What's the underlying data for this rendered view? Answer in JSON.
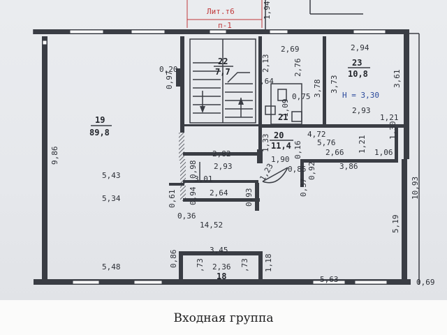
{
  "caption": "Входная группа",
  "header": {
    "lit": "Лит.т6",
    "floor": "п-1"
  },
  "rooms": [
    {
      "id": "r19",
      "number": "19",
      "area": "89,8"
    },
    {
      "id": "r22",
      "number": "22",
      "area": "7,7"
    },
    {
      "id": "r23",
      "number": "23",
      "area": "10,8"
    },
    {
      "id": "r21",
      "number": "21",
      "area": ""
    },
    {
      "id": "r20",
      "number": "20",
      "area": "11,4"
    },
    {
      "id": "r18",
      "number": "18",
      "area": ""
    }
  ],
  "height_note": "H = 3,30",
  "dims": {
    "d194": "1,94",
    "d020": "0,20",
    "d097": "0,97",
    "d986": "9,86",
    "d543": "5,43",
    "d534": "5,34",
    "d548": "5,48",
    "d269": "2,69",
    "d213": "2,13",
    "d276": "2,76",
    "d378": "3,78",
    "d373": "3,73",
    "d294": "2,94",
    "d361": "3,61",
    "d064": ",64",
    "d075": "0,75",
    "d109": "1,09",
    "d472": "4,72",
    "d293a": "2,93",
    "d121a": "1,21",
    "d133": "1,33",
    "d576": "5,76",
    "d121b": "1,21",
    "d130": "1,30",
    "d016": "0,16",
    "d266": "2,66",
    "d106": "1,06",
    "d1093": "10,93",
    "d282": "2,82",
    "d098": "0,98",
    "d293b": "2,93",
    "d190": "1,90",
    "d085": "0,85",
    "d092": "0,92",
    "d386": "3,86",
    "d123": "1,23",
    "d301": "3,01",
    "d037": "0,37",
    "d061": "0,61",
    "d094": "0,94",
    "d264": "2,64",
    "d093": "0,93",
    "d036": "0,36",
    "d1452": "14,52",
    "d519": "5,19",
    "d345": "3,45",
    "d086": "0,86",
    "d073a": ",73",
    "d236": "2,36",
    "d073b": ",73",
    "d118": "1,18",
    "d563": "5,63",
    "d069": "0,69"
  },
  "colors": {
    "wall": "#3a3d44",
    "red_marks": "#c0393b",
    "blue_note": "#2b4a9c",
    "paper": "#e6e8ec"
  }
}
